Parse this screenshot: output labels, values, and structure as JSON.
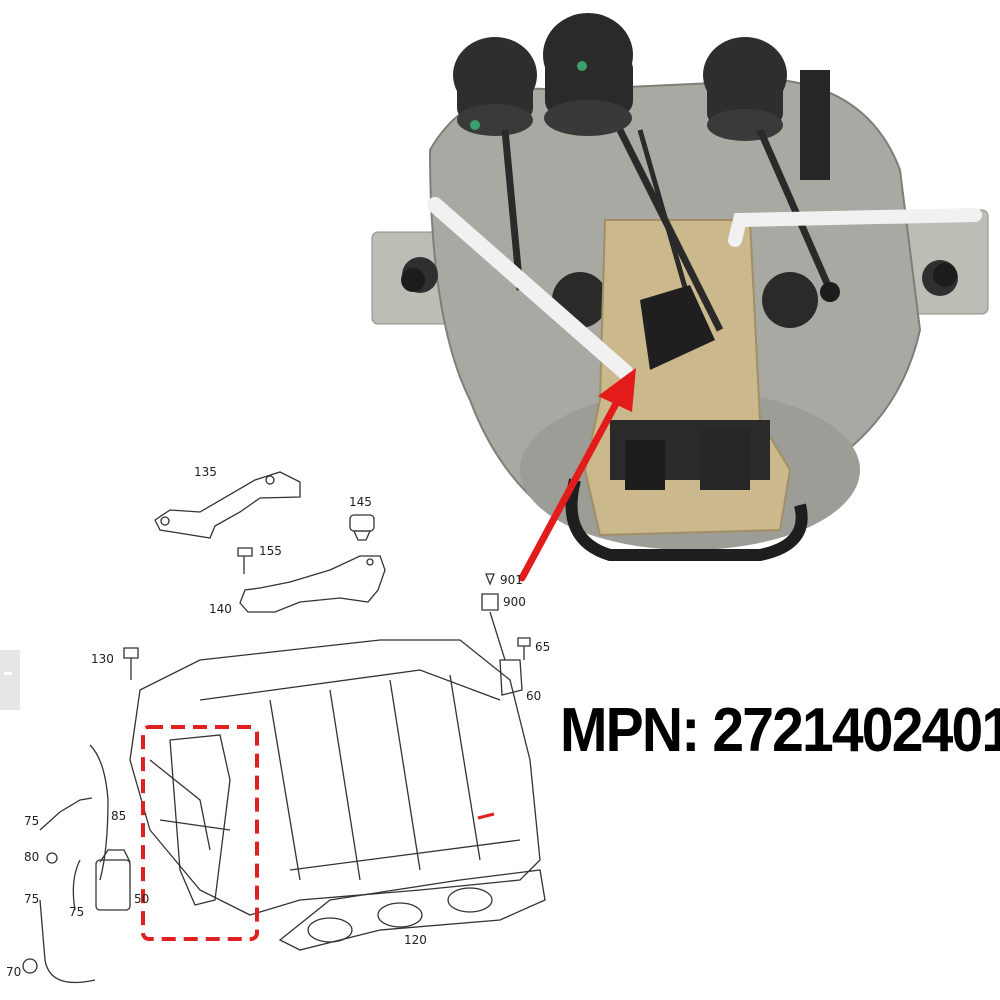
{
  "product": {
    "mpn_label": "MPN: 2721402401"
  },
  "diagram": {
    "callouts": {
      "c135": "135",
      "c145": "145",
      "c155": "155",
      "c140": "140",
      "c901": "901",
      "c900": "900",
      "c65": "65",
      "c130": "130",
      "c60": "60",
      "c75a": "75",
      "c85": "85",
      "c80": "80",
      "c75b": "75",
      "c75c": "75",
      "c50": "50",
      "c70": "70",
      "c120": "120"
    }
  },
  "colors": {
    "highlight": "#e02020",
    "arrow": "#e41b1b",
    "line_art": "#333333",
    "valve_body": "#2b2b2b",
    "manifold_metal": "#a8a8a2",
    "bracket_beige": "#c9b68a",
    "rod_white": "#f2f2f2"
  },
  "icons": {
    "arrow": "red-arrow-icon",
    "highlight": "dashed-highlight-box"
  }
}
